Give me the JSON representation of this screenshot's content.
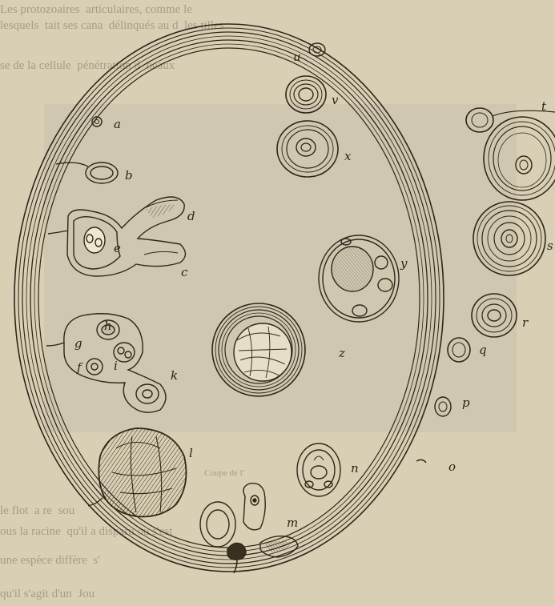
{
  "bleed_text": {
    "top": [
      "Les protozoaires",
      "articulaires, comme le",
      "lesquels",
      "tait ses cana",
      "délinqués au d",
      "les tilles",
      "se de la cellule",
      "pénétration d",
      "neaux"
    ],
    "bottom": [
      "le flot",
      "a re",
      "sou",
      "ous la racine",
      "qu'il a disparu ou s'est",
      "une espèce diffère",
      "s'",
      "qu'il s'agit d'un",
      "Jou"
    ],
    "caption": "Coupe de l'"
  },
  "labels": {
    "a": "a",
    "b": "b",
    "c": "c",
    "d": "d",
    "e": "e",
    "f": "f",
    "g_inner": "g",
    "h": "h",
    "i": "i",
    "k": "k",
    "l": "l",
    "m": "m",
    "n": "n",
    "o": "o",
    "p": "p",
    "q": "q",
    "r": "r",
    "s": "s",
    "t": "t",
    "u": "u",
    "v": "v",
    "x": "x",
    "y": "y",
    "z": "z"
  }
}
